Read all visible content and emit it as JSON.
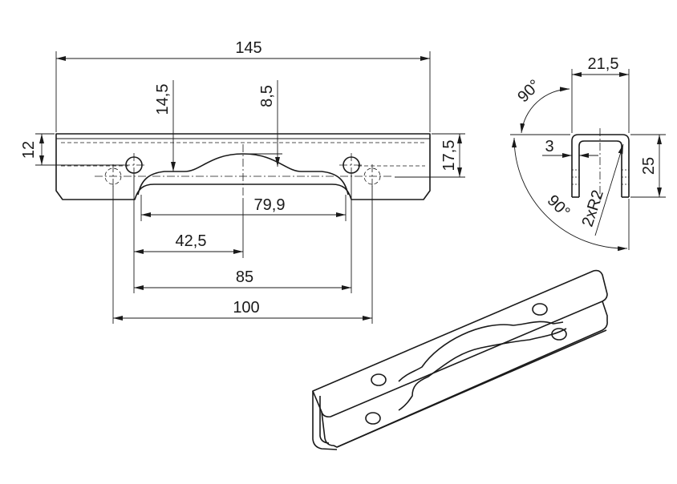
{
  "dimensions": {
    "overall_length": "145",
    "hole_top_offset": "14,5",
    "notch_depth": "8,5",
    "height": "12",
    "hole_height": "17,5",
    "notch_width": "79,9",
    "half_hole_spacing": "42,5",
    "inner_hole_spacing": "85",
    "outer_hole_spacing": "100",
    "profile_width": "21,5",
    "profile_height": "25",
    "wall_thickness": "3",
    "bend_radius": "2xR2",
    "angle_top": "90°",
    "angle_bottom": "90°"
  },
  "colors": {
    "line": "#1a1a1a",
    "background": "#ffffff"
  }
}
